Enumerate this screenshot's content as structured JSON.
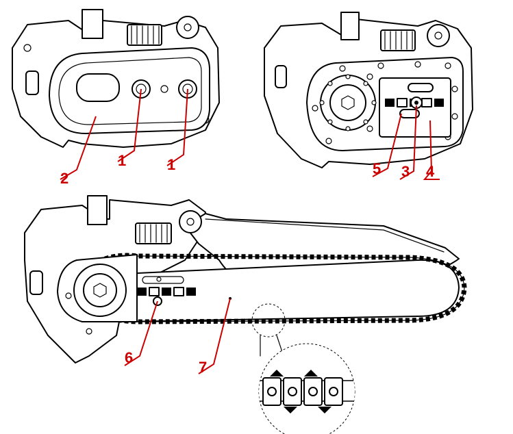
{
  "figure": {
    "ink_color": "#000000",
    "callout_color": "#cc0000",
    "background": "#ffffff"
  },
  "panels": [
    {
      "id": "top-left",
      "callouts": [
        {
          "label": "1",
          "target": "nut"
        },
        {
          "label": "1",
          "target": "nut"
        },
        {
          "label": "2",
          "target": "side-cover"
        }
      ]
    },
    {
      "id": "top-right",
      "callouts": [
        {
          "label": "5",
          "target": "slot"
        },
        {
          "label": "3",
          "target": "tension-pin"
        },
        {
          "label": "4",
          "target": "bar-plate"
        }
      ]
    },
    {
      "id": "bottom",
      "callouts": [
        {
          "label": "6",
          "target": "bar-hole"
        },
        {
          "label": "7",
          "target": "guide-bar"
        }
      ]
    }
  ],
  "detail_view": {
    "subject": "chain-detail-magnified"
  }
}
